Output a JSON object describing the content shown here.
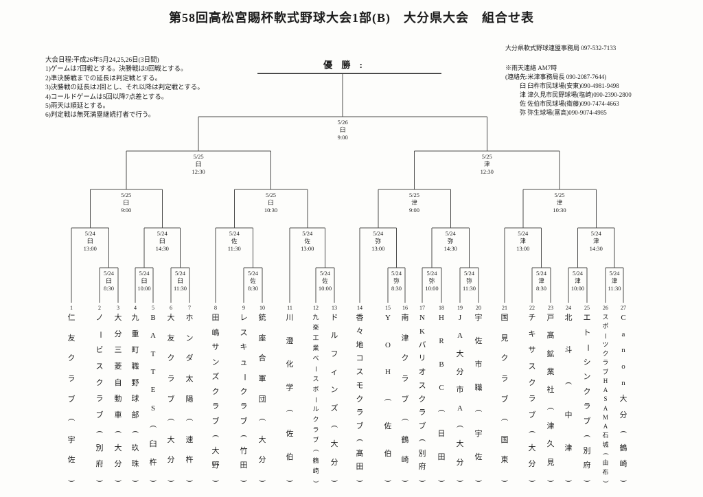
{
  "title": "第58回高松宮賜杯軟式野球大会1部(B)　大分県大会　組合せ表",
  "rules": {
    "schedule": "大会日程:平成26年5月24,25,26日(3日間)",
    "items": [
      "1)ゲームは7回戦とする。決勝戦は9回戦とする。",
      "2)準決勝戦までの延長は判定戦とする。",
      "3)決勝戦の延長は2回とし、それ以降は判定戦とする。",
      "4)コールドゲームは5回以降7点差とする。",
      "5)雨天は順延とする。",
      "6)判定戦は無死満塁継続打者で行う。"
    ]
  },
  "contact": {
    "office": "大分県軟式野球連盟事務局  097-532-7133",
    "rain_notice": "※雨天連絡  AM7時",
    "contact_line": "(連絡先:米津事務局長  090-2087-7644)",
    "venues": [
      "臼 臼杵市民球場(安東)090-4981-9498",
      "津 津久見市民野球場(塩崎)090-2390-2800",
      "佐 佐伯市民球場(衛藤)090-7474-4663",
      "弥 弥生球場(冨高)090-9074-4985"
    ]
  },
  "champion": {
    "label": "優 勝 :"
  },
  "teams": [
    {
      "no": 1,
      "name": "仁友クラブ",
      "region": "宇佐"
    },
    {
      "no": 2,
      "name": "ノービスクラブ",
      "region": "別府"
    },
    {
      "no": 3,
      "name": "大分三菱自動車",
      "region": "大分"
    },
    {
      "no": 4,
      "name": "九重町職野球部",
      "region": "玖珠"
    },
    {
      "no": 5,
      "name": "BATTES",
      "region": "臼杵"
    },
    {
      "no": 6,
      "name": "大友クラブ",
      "region": "大分"
    },
    {
      "no": 7,
      "name": "ホンダ太陽",
      "region": "速杵"
    },
    {
      "no": 8,
      "name": "田嶋サンズクラブ",
      "region": "大野"
    },
    {
      "no": 9,
      "name": "レスキュークラブ",
      "region": "竹田"
    },
    {
      "no": 10,
      "name": "銃座合軍団",
      "region": "大分"
    },
    {
      "no": 11,
      "name": "川澄化学",
      "region": "佐伯"
    },
    {
      "no": 12,
      "name": "九楽工業ベースボールクラブ",
      "region": "鶴崎"
    },
    {
      "no": 13,
      "name": "ドルフィンズ",
      "region": "大分"
    },
    {
      "no": 14,
      "name": "香々地コスモクラブ",
      "region": "髙田"
    },
    {
      "no": 15,
      "name": "YOH",
      "region": "佐伯"
    },
    {
      "no": 16,
      "name": "南津クラブ",
      "region": "鶴崎"
    },
    {
      "no": 17,
      "name": "NKバリオスクラブ",
      "region": "別府"
    },
    {
      "no": 18,
      "name": "HRBC",
      "region": "日田"
    },
    {
      "no": 19,
      "name": "JA大分市A",
      "region": "大分"
    },
    {
      "no": 20,
      "name": "宇佐市職",
      "region": "宇佐"
    },
    {
      "no": 21,
      "name": "国見クラブ",
      "region": "国東"
    },
    {
      "no": 22,
      "name": "チキサスクラブ",
      "region": "大分"
    },
    {
      "no": 23,
      "name": "戸髙鉱業社",
      "region": "津久見"
    },
    {
      "no": 24,
      "name": "北斗",
      "region": "中津"
    },
    {
      "no": 25,
      "name": "エトーシンクラブ",
      "region": "別府"
    },
    {
      "no": 26,
      "name": "スポーツクラブHASAMA石城",
      "region": "由布"
    },
    {
      "no": 27,
      "name": "Canon大分",
      "region": "鶴崎"
    }
  ],
  "bracket": {
    "line_color": "#4a4a4a",
    "games": [
      {
        "id": "g1",
        "round": "r1",
        "feeds": [
          "t2",
          "t3"
        ],
        "date": "5/24",
        "venue": "臼",
        "time": "8:30"
      },
      {
        "id": "g2",
        "round": "r1",
        "feeds": [
          "t4",
          "t5"
        ],
        "date": "5/24",
        "venue": "臼",
        "time": "10:00"
      },
      {
        "id": "g3",
        "round": "r1",
        "feeds": [
          "t6",
          "t7"
        ],
        "date": "5/24",
        "venue": "臼",
        "time": "11:30"
      },
      {
        "id": "g4",
        "round": "r1",
        "feeds": [
          "t9",
          "t10"
        ],
        "date": "5/24",
        "venue": "佐",
        "time": "8:30"
      },
      {
        "id": "g5",
        "round": "r1",
        "feeds": [
          "t12",
          "t13"
        ],
        "date": "5/24",
        "venue": "佐",
        "time": "10:00"
      },
      {
        "id": "g6",
        "round": "r1",
        "feeds": [
          "t15",
          "t16"
        ],
        "date": "5/24",
        "venue": "弥",
        "time": "8:30"
      },
      {
        "id": "g7",
        "round": "r1",
        "feeds": [
          "t17",
          "t18"
        ],
        "date": "5/24",
        "venue": "弥",
        "time": "10:00"
      },
      {
        "id": "g8",
        "round": "r1",
        "feeds": [
          "t19",
          "t20"
        ],
        "date": "5/24",
        "venue": "弥",
        "time": "11:30"
      },
      {
        "id": "g9",
        "round": "r1",
        "feeds": [
          "t22",
          "t23"
        ],
        "date": "5/24",
        "venue": "津",
        "time": "8:30"
      },
      {
        "id": "g10",
        "round": "r1",
        "feeds": [
          "t24",
          "t25"
        ],
        "date": "5/24",
        "venue": "津",
        "time": "10:00"
      },
      {
        "id": "g11",
        "round": "r1",
        "feeds": [
          "t26",
          "t27"
        ],
        "date": "5/24",
        "venue": "津",
        "time": "11:30"
      },
      {
        "id": "g12",
        "round": "r2",
        "feeds": [
          "t1",
          "g1"
        ],
        "date": "5/24",
        "venue": "臼",
        "time": "13:00"
      },
      {
        "id": "g13",
        "round": "r2",
        "feeds": [
          "g2",
          "g3"
        ],
        "date": "5/24",
        "venue": "臼",
        "time": "14:30"
      },
      {
        "id": "g14",
        "round": "r2",
        "feeds": [
          "t8",
          "g4"
        ],
        "date": "5/24",
        "venue": "佐",
        "time": "11:30"
      },
      {
        "id": "g15",
        "round": "r2",
        "feeds": [
          "t11",
          "g5"
        ],
        "date": "5/24",
        "venue": "佐",
        "time": "13:00"
      },
      {
        "id": "g16",
        "round": "r2",
        "feeds": [
          "t14",
          "g6"
        ],
        "date": "5/24",
        "venue": "弥",
        "time": "13:00"
      },
      {
        "id": "g17",
        "round": "r2",
        "feeds": [
          "g7",
          "g8"
        ],
        "date": "5/24",
        "venue": "弥",
        "time": "14:30"
      },
      {
        "id": "g18",
        "round": "r2",
        "feeds": [
          "t21",
          "g9"
        ],
        "date": "5/24",
        "venue": "津",
        "time": "13:00"
      },
      {
        "id": "g19",
        "round": "r2",
        "feeds": [
          "g10",
          "g11"
        ],
        "date": "5/24",
        "venue": "津",
        "time": "14:30"
      },
      {
        "id": "g20",
        "round": "qf",
        "feeds": [
          "g12",
          "g13"
        ],
        "date": "5/25",
        "venue": "臼",
        "time": "9:00"
      },
      {
        "id": "g21",
        "round": "qf",
        "feeds": [
          "g14",
          "g15"
        ],
        "date": "5/25",
        "venue": "臼",
        "time": "10:30"
      },
      {
        "id": "g22",
        "round": "qf",
        "feeds": [
          "g16",
          "g17"
        ],
        "date": "5/25",
        "venue": "津",
        "time": "9:00"
      },
      {
        "id": "g23",
        "round": "qf",
        "feeds": [
          "g18",
          "g19"
        ],
        "date": "5/25",
        "venue": "津",
        "time": "10:30"
      },
      {
        "id": "g24",
        "round": "sf",
        "feeds": [
          "g20",
          "g21"
        ],
        "date": "5/25",
        "venue": "臼",
        "time": "12:30"
      },
      {
        "id": "g25",
        "round": "sf",
        "feeds": [
          "g22",
          "g23"
        ],
        "date": "5/25",
        "venue": "津",
        "time": "12:30"
      },
      {
        "id": "g26",
        "round": "f",
        "feeds": [
          "g24",
          "g25"
        ],
        "date": "5/26",
        "venue": "臼",
        "time": "9:00"
      }
    ]
  }
}
